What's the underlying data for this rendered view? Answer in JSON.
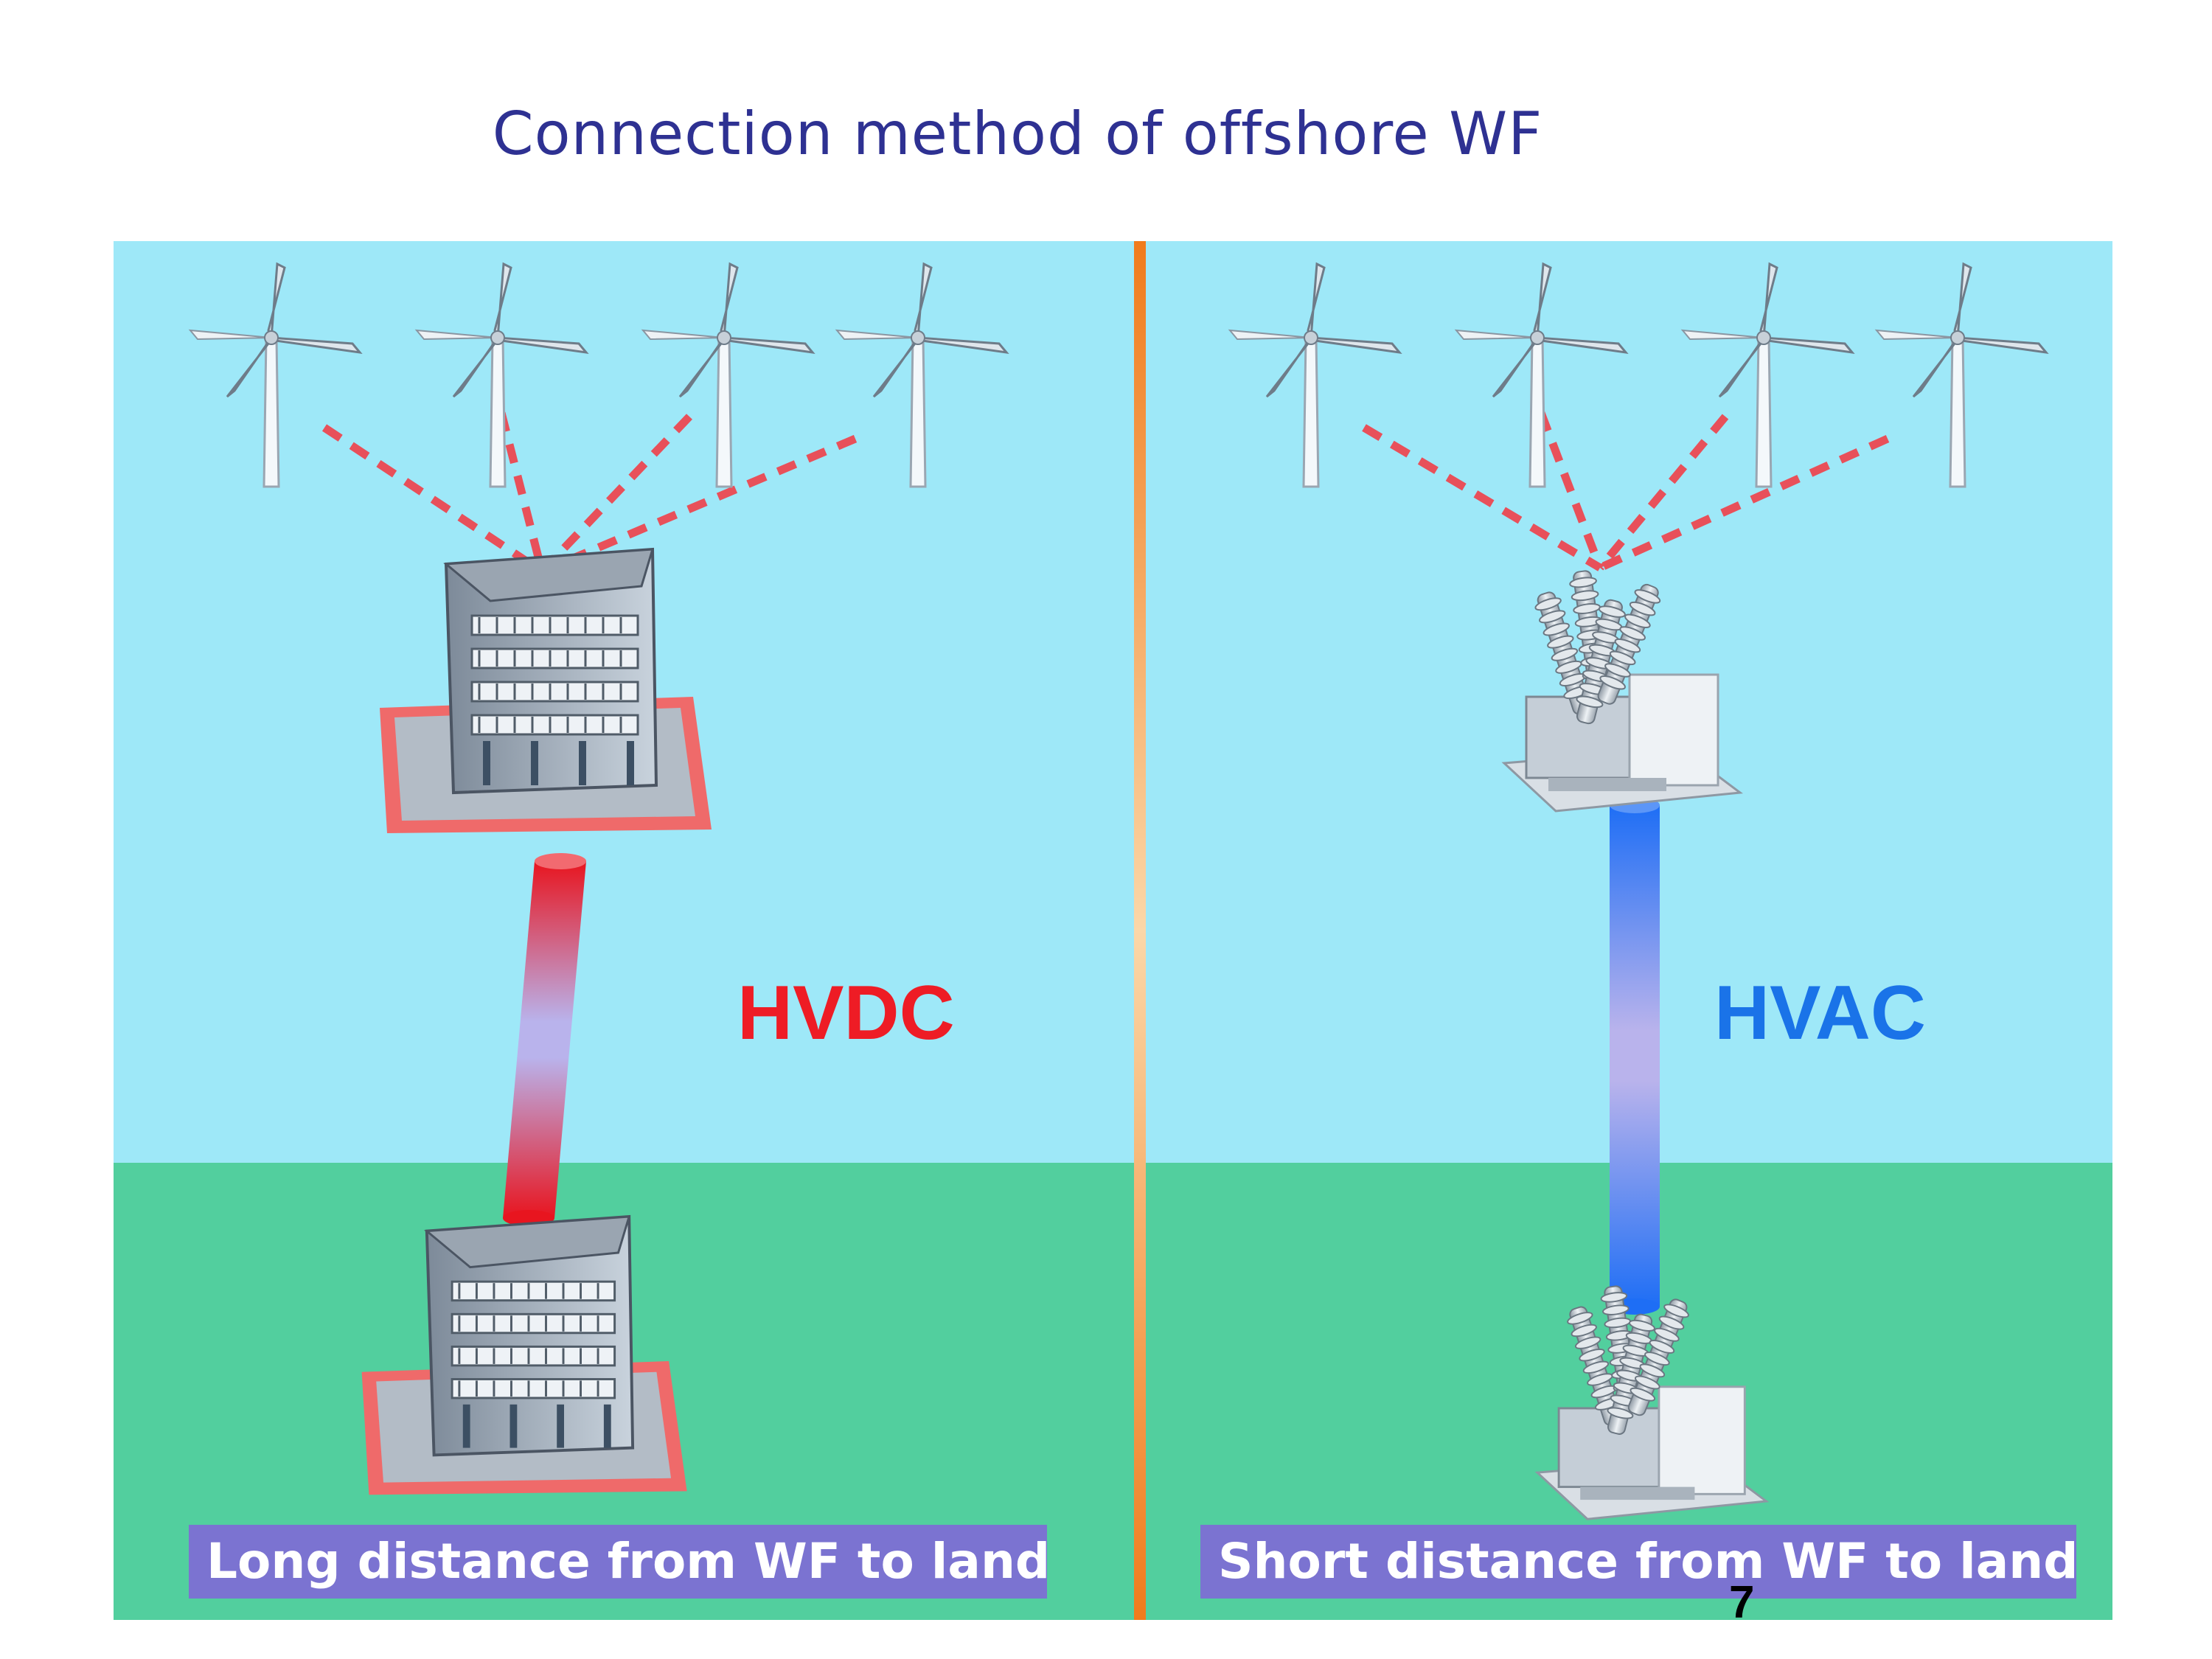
{
  "title": "Connection method of offshore WF",
  "panels": {
    "left": {
      "mode_label": "HVDC",
      "mode_color": "#ee1c25",
      "caption": "Long distance from WF to land",
      "station_type": "converter-station",
      "cable_type": "dc-cable"
    },
    "right": {
      "mode_label": "HVAC",
      "mode_color": "#1a73e8",
      "caption": "Short distance from WF to land",
      "station_type": "transformer-substation",
      "cable_type": "ac-cable"
    }
  },
  "page_number": "7",
  "colors": {
    "title": "#2e3192",
    "sea": "#9ee8f8",
    "land": "#52cf9e",
    "divider": "#f07b1c",
    "caption_bg": "#7b73d1",
    "collector_lines": "#e8505a"
  },
  "turbines_per_panel": 4
}
